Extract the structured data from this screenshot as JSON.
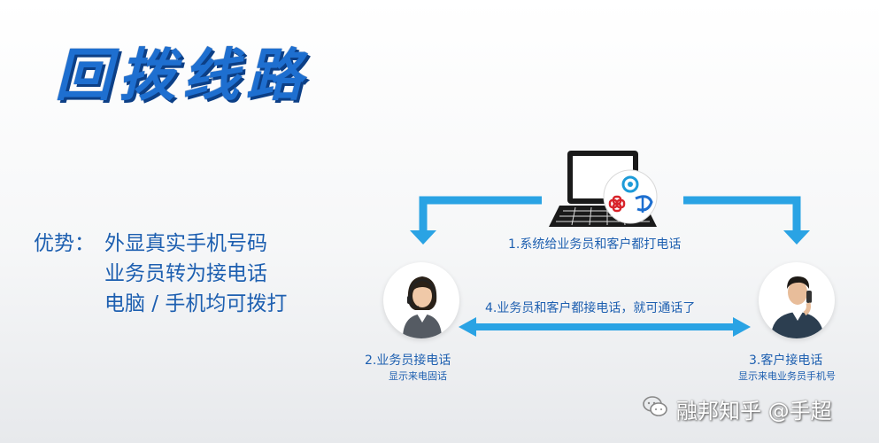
{
  "title": "回拨线路",
  "advantages": {
    "label": "优势：",
    "items": [
      "外显真实手机号码",
      "业务员转为接电话",
      "电脑 / 手机均可拨打"
    ]
  },
  "steps": {
    "step1": "1.系统给业务员和客户都打电话",
    "step2": "2.业务员接电话",
    "step2_sub": "显示来电固话",
    "step3": "3.客户接电话",
    "step3_sub": "显示来电业务员手机号",
    "step4": "4.业务员和客户都接电话，就可通话了"
  },
  "watermark": "融邦知乎 @手超",
  "colors": {
    "accent": "#1e6fd0",
    "arrow": "#2aa3e4",
    "text": "#1d5fb0"
  }
}
